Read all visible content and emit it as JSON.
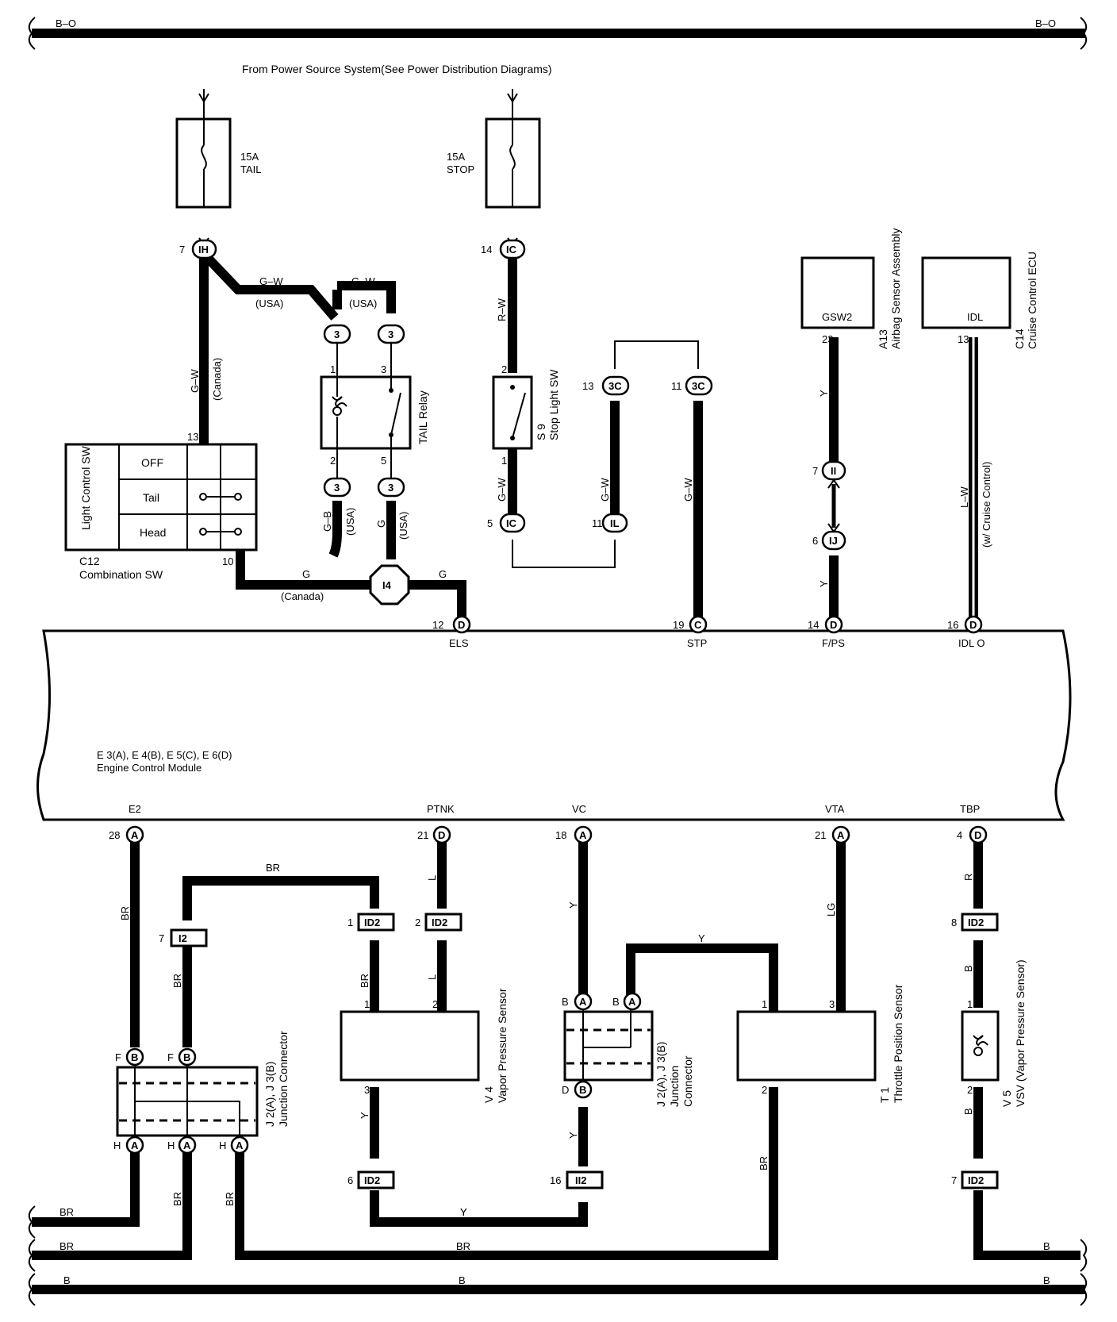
{
  "bus": {
    "top_left": "B–O",
    "top_right": "B–O",
    "bottom1_left": "BR",
    "bottom2_left": "BR",
    "bottom2_mid": "BR",
    "bottom3_left": "B",
    "bottom3_mid": "B",
    "bottom3_right": "B",
    "bottom2_right": "B",
    "bottom1_mid": "Y"
  },
  "power_source": "From Power Source System(See Power Distribution Diagrams)",
  "fuses": {
    "tail": {
      "amp": "15A",
      "name": "TAIL"
    },
    "stop": {
      "amp": "15A",
      "name": "STOP"
    }
  },
  "connectors": {
    "ih": "IH",
    "ic": "IC",
    "ic2": "IC",
    "il": "IL",
    "ii": "II",
    "ij": "IJ",
    "c3a": "3C",
    "c3b": "3C",
    "n3a": "3",
    "n3b": "3",
    "n3c": "3",
    "n3d": "3",
    "i4": "I4",
    "id2a": "ID2",
    "id2b": "ID2",
    "id2c": "ID2",
    "id2d": "ID2",
    "id2e": "ID2",
    "i2": "I2",
    "ii2": "II2",
    "d": "D",
    "c": "C",
    "a": "A",
    "b": "B",
    "h": "H",
    "f": "F"
  },
  "pins": {
    "p7": "7",
    "p13": "13",
    "p10": "10",
    "p1": "1",
    "p2": "2",
    "p3": "3",
    "p5": "5",
    "p14": "14",
    "p12": "12",
    "p19": "19",
    "p11": "11",
    "p16": "16",
    "p6": "6",
    "p23": "23",
    "p28": "28",
    "p21": "21",
    "p18": "18",
    "p4": "4",
    "p8": "8"
  },
  "wires": {
    "gw": "G–W",
    "rw": "R–W",
    "gb": "G–B",
    "g": "G",
    "y": "Y",
    "lw": "L–W",
    "br": "BR",
    "l": "L",
    "lg": "LG",
    "r": "R",
    "b": "B",
    "usa": "(USA)",
    "canada": "(Canada)",
    "cruise": "(w/ Cruise Control)"
  },
  "light_sw": {
    "title": "Light Control SW",
    "rows": [
      "OFF",
      "Tail",
      "Head"
    ],
    "ref": "C12",
    "name": "Combination SW"
  },
  "tail_relay": "TAIL Relay",
  "stop_sw": {
    "ref": "S 9",
    "name": "Stop Light SW"
  },
  "airbag": {
    "pin": "GSW2",
    "ref": "A13",
    "name": "Airbag Sensor Assembly"
  },
  "cruise": {
    "pin": "IDL",
    "ref": "C14",
    "name": "Cruise Control ECU"
  },
  "ecm": {
    "ref": "E 3(A), E 4(B), E 5(C), E 6(D)",
    "name": "Engine Control Module",
    "top_pins": [
      "ELS",
      "STP",
      "F/PS",
      "IDL O"
    ],
    "bottom_pins": [
      "E2",
      "PTNK",
      "VC",
      "VTA",
      "TBP"
    ]
  },
  "jc_left": {
    "ref": "J 2(A), J 3(B)",
    "name": "Junction Connector"
  },
  "jc_mid": {
    "ref": "J 2(A), J 3(B)",
    "name1": "Junction",
    "name2": "Connector"
  },
  "vapor": {
    "ref": "V 4",
    "name": "Vapor Pressure Sensor"
  },
  "throttle": {
    "ref": "T 1",
    "name": "Throttle Position Sensor"
  },
  "vsv": {
    "ref": "V 5",
    "name": "VSV (Vapor Pressure Sensor)"
  }
}
